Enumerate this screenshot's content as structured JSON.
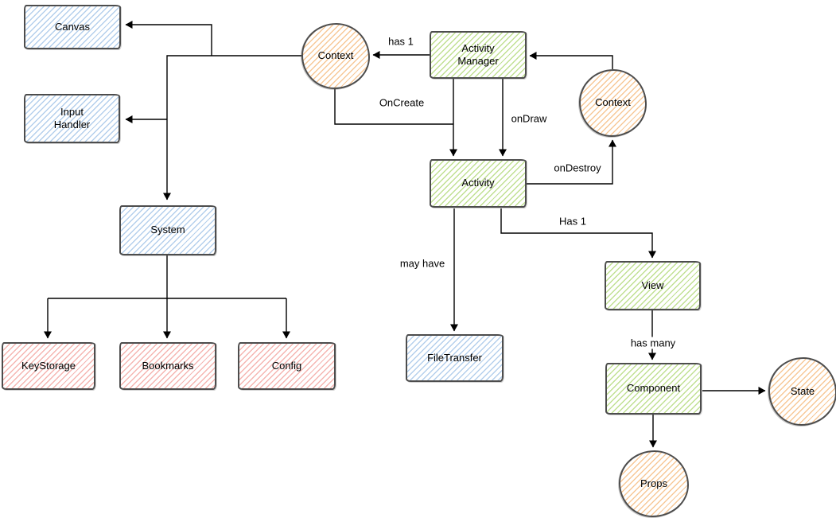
{
  "diagram_type": "flowchart",
  "nodes": {
    "canvas": {
      "label": "Canvas",
      "shape": "rect",
      "color": "blue"
    },
    "input_handler": {
      "label": "Input\nHandler",
      "shape": "rect",
      "color": "blue"
    },
    "system": {
      "label": "System",
      "shape": "rect",
      "color": "blue"
    },
    "key_storage": {
      "label": "KeyStorage",
      "shape": "rect",
      "color": "pink"
    },
    "bookmarks": {
      "label": "Bookmarks",
      "shape": "rect",
      "color": "pink"
    },
    "config": {
      "label": "Config",
      "shape": "rect",
      "color": "pink"
    },
    "activity_manager": {
      "label": "Activity\nManager",
      "shape": "rect",
      "color": "green"
    },
    "activity": {
      "label": "Activity",
      "shape": "rect",
      "color": "green"
    },
    "file_transfer": {
      "label": "FileTransfer",
      "shape": "rect",
      "color": "blue"
    },
    "view": {
      "label": "View",
      "shape": "rect",
      "color": "green"
    },
    "component": {
      "label": "Component",
      "shape": "rect",
      "color": "green"
    },
    "context_left": {
      "label": "Context",
      "shape": "circle",
      "color": "orange"
    },
    "context_right": {
      "label": "Context",
      "shape": "circle",
      "color": "orange"
    },
    "state": {
      "label": "State",
      "shape": "circle",
      "color": "orange"
    },
    "props": {
      "label": "Props",
      "shape": "circle",
      "color": "orange"
    }
  },
  "edges": [
    {
      "from": "activity_manager",
      "to": "context_left",
      "label": "has 1"
    },
    {
      "from": "context_right",
      "to": "activity_manager",
      "label": ""
    },
    {
      "from": "context_left",
      "to": "activity",
      "label": "OnCreate"
    },
    {
      "from": "activity_manager",
      "to": "activity",
      "label": ""
    },
    {
      "from": "activity_manager",
      "to": "activity",
      "label": "onDraw"
    },
    {
      "from": "activity",
      "to": "context_right",
      "label": "onDestroy"
    },
    {
      "from": "activity",
      "to": "file_transfer",
      "label": "may have"
    },
    {
      "from": "activity",
      "to": "view",
      "label": "Has 1"
    },
    {
      "from": "view",
      "to": "component",
      "label": "has many"
    },
    {
      "from": "component",
      "to": "state",
      "label": ""
    },
    {
      "from": "component",
      "to": "props",
      "label": ""
    },
    {
      "from": "context_left",
      "to": "canvas",
      "label": ""
    },
    {
      "from": "context_left",
      "to": "input_handler",
      "label": ""
    },
    {
      "from": "context_left",
      "to": "system",
      "label": ""
    },
    {
      "from": "system",
      "to": "key_storage",
      "label": ""
    },
    {
      "from": "system",
      "to": "bookmarks",
      "label": ""
    },
    {
      "from": "system",
      "to": "config",
      "label": ""
    }
  ],
  "colors": {
    "blue_hatch": "#b4cfec",
    "green_hatch": "#c0e092",
    "pink_hatch": "#f5b5b1",
    "orange_hatch": "#f7c897",
    "node_border": "#4d4d4d",
    "connector": "#000000"
  }
}
